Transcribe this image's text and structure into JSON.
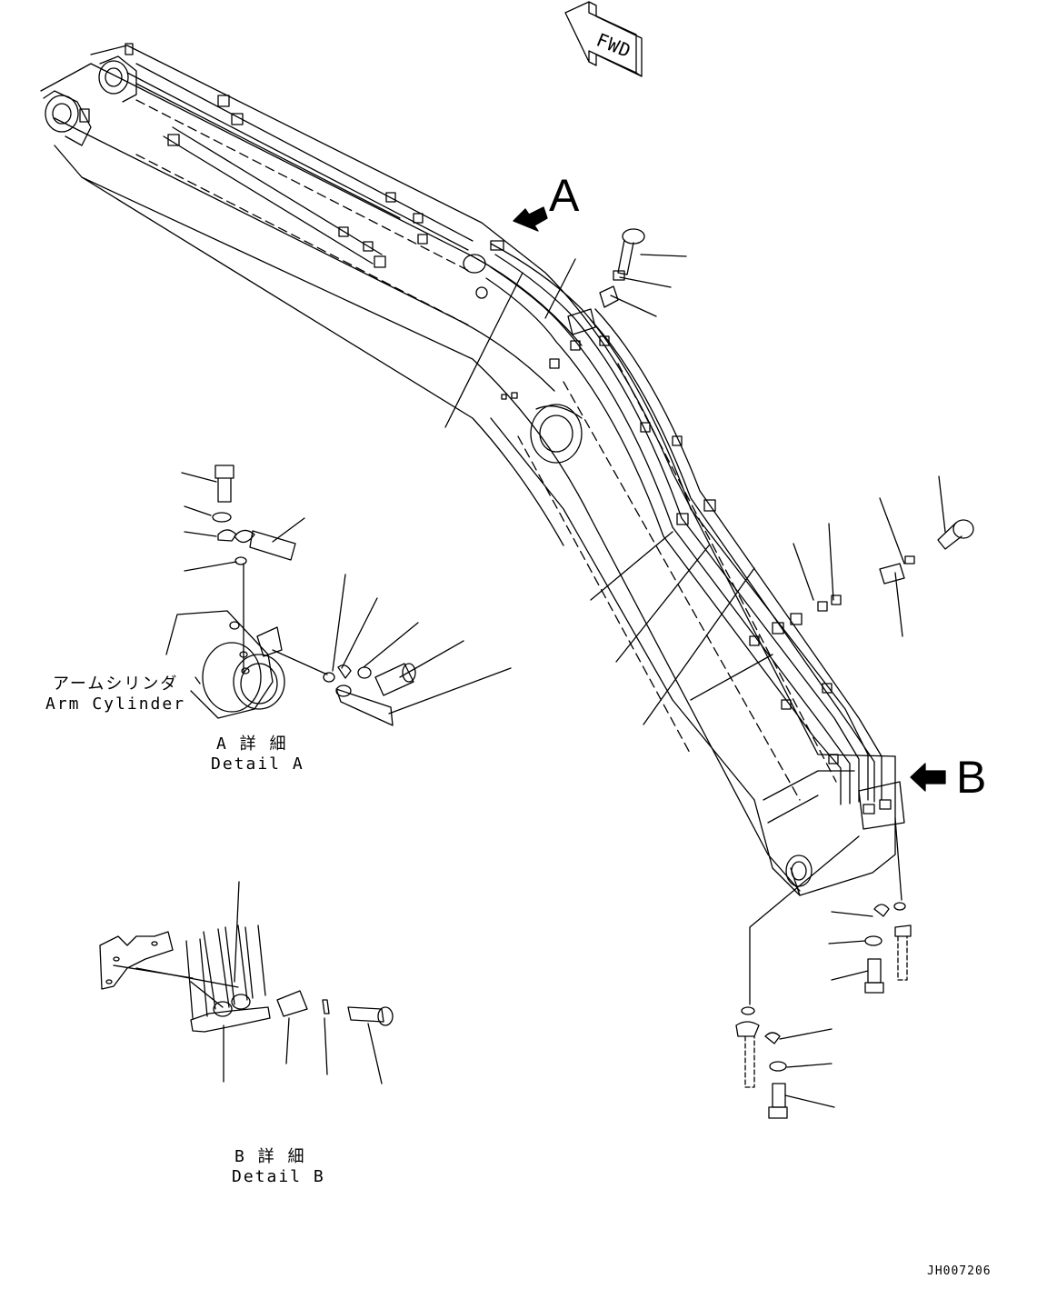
{
  "diagram": {
    "fwd_label": "FWD",
    "view_a_letter": "A",
    "view_b_letter": "B",
    "arm_cylinder_jp": "アームシリンダ",
    "arm_cylinder_en": "Arm Cylinder",
    "detail_a_jp": "A 詳 細",
    "detail_a_en": "Detail A",
    "detail_b_jp": "B 詳 細",
    "detail_b_en": "Detail B",
    "drawing_ref": "JH007206"
  }
}
